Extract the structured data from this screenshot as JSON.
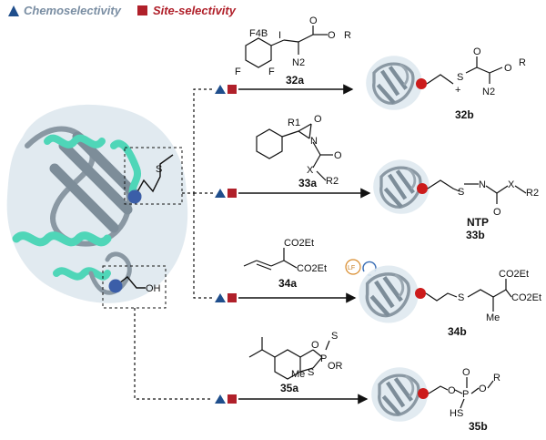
{
  "legend": {
    "chemoselectivity": "Chemoselectivity",
    "site_selectivity": "Site-selectivity",
    "triangle_color": "#1f4e8c",
    "square_color": "#b0202a"
  },
  "colors": {
    "protein_surface": "#dfe9ef",
    "helix": "#4fd6b8",
    "ribbon": "#8a98a3",
    "cys_dot": "#3b5ea8",
    "mod_dot": "#cc1b1b"
  },
  "residues": {
    "met_label": "S",
    "ser_label": "OH"
  },
  "reactions": [
    {
      "reagent_id": "32a",
      "product_id": "32b",
      "reagent_atoms": [
        "F4B",
        "F",
        "F",
        "I",
        "N2",
        "O",
        "O",
        "R"
      ],
      "product_atoms": [
        "S",
        "+",
        "N2",
        "O",
        "O",
        "R"
      ]
    },
    {
      "reagent_id": "33a",
      "product_id": "33b",
      "product_name": "NTP",
      "reagent_atoms": [
        "R1",
        "O",
        "N",
        "O",
        "X",
        "R2"
      ],
      "product_atoms": [
        "S",
        "N",
        "X",
        "O",
        "R2"
      ]
    },
    {
      "reagent_id": "34a",
      "product_id": "34b",
      "reagent_atoms": [
        "CO2Et",
        "CO2Et",
        "LF"
      ],
      "product_atoms": [
        "S",
        "CO2Et",
        "CO2Et",
        "Me"
      ]
    },
    {
      "reagent_id": "35a",
      "product_id": "35b",
      "reagent_atoms": [
        "O",
        "S",
        "P",
        "S",
        "OR",
        "Me"
      ],
      "product_atoms": [
        "O",
        "P",
        "O",
        "O",
        "R",
        "HS"
      ]
    }
  ]
}
